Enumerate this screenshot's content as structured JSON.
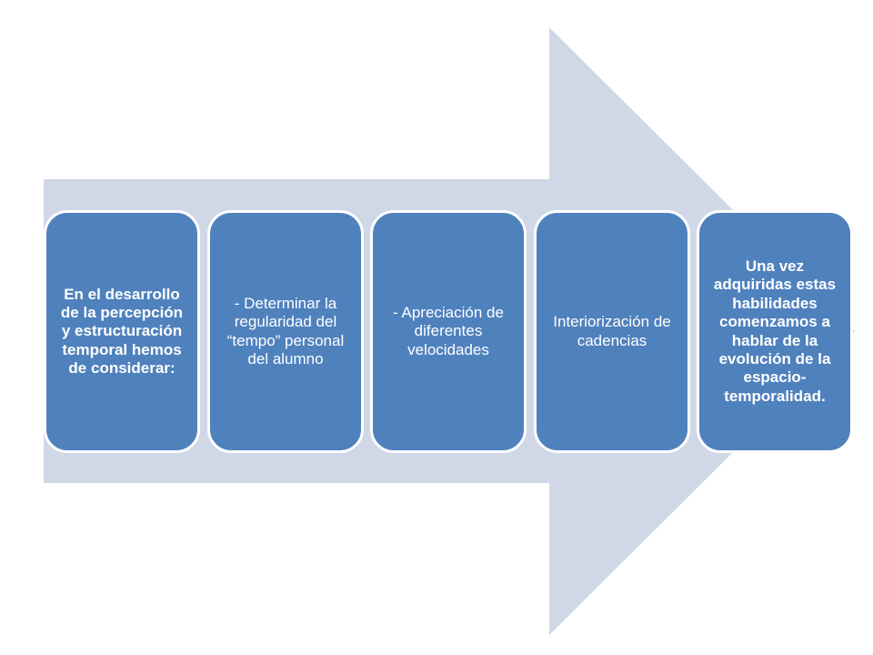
{
  "diagram": {
    "type": "process-arrow",
    "arrow_color": "#d0d8e8",
    "box_color": "#4f81bd",
    "box_text_color": "#ffffff",
    "steps": [
      {
        "text": "En el desarrollo de la percepción y estructuración temporal hemos de considerar:"
      },
      {
        "text": "- Determinar la regularidad del “tempo” personal del alumno"
      },
      {
        "text": "- Apreciación de diferentes velocidades"
      },
      {
        "text": "Interiorización de cadencias"
      },
      {
        "text": "Una vez adquiridas estas habilidades comenzamos a hablar de la evolución de la espacio-temporalidad."
      }
    ]
  }
}
